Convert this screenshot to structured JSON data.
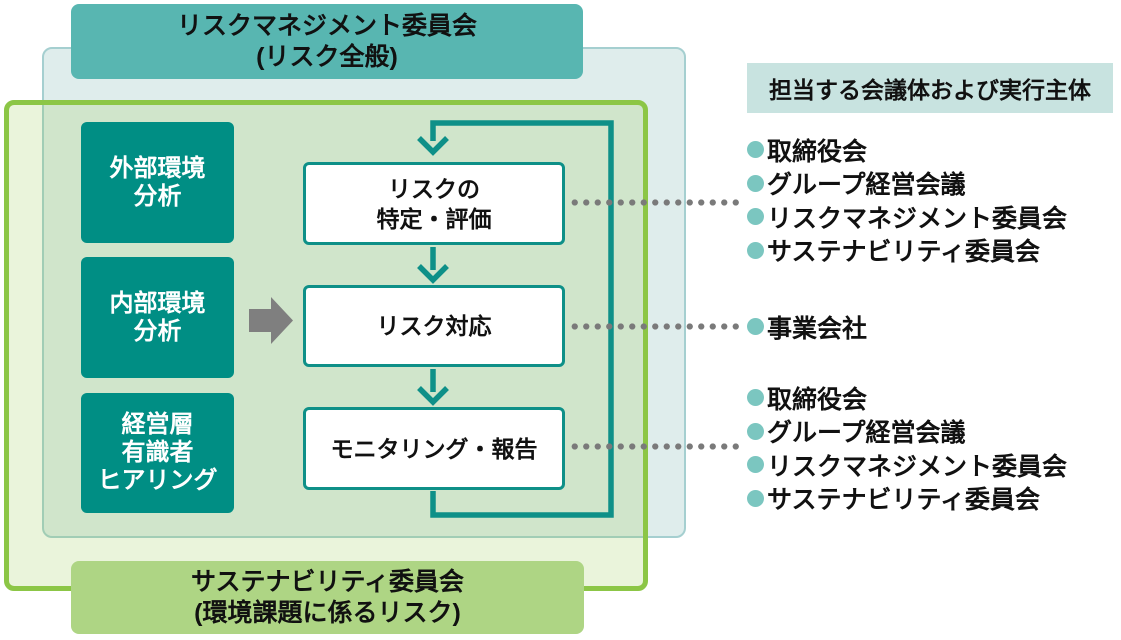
{
  "headers": {
    "top": "リスクマネジメント委員会\n(リスク全般)",
    "bottom": "サステナビリティ委員会\n(環境課題に係るリスク)",
    "right": "担当する会議体および実行主体"
  },
  "inputs": [
    {
      "text": "外部環境\n分析"
    },
    {
      "text": "内部環境\n分析"
    },
    {
      "text": "経営層\n有識者\nヒアリング"
    }
  ],
  "steps": [
    {
      "text": "リスクの\n特定・評価"
    },
    {
      "text": "リスク対応"
    },
    {
      "text": "モニタリング・報告"
    }
  ],
  "owners": [
    {
      "items": [
        "取締役会",
        "グループ経営会議",
        "リスクマネジメント委員会",
        "サステナビリティ委員会"
      ]
    },
    {
      "items": [
        "事業会社"
      ]
    },
    {
      "items": [
        "取締役会",
        "グループ経営会議",
        "リスクマネジメント委員会",
        "サステナビリティ委員会"
      ]
    }
  ],
  "icons": {
    "bullet": "filled-circle",
    "step_connector": "chevron-down-arrow",
    "cycle": "rectangular-loop-arrow",
    "input_to_step": "block-arrow-right",
    "link": "dotted-line"
  },
  "colors": {
    "teal-header": "#58b6b1",
    "teal-dark": "#008e84",
    "flow-line": "#0e9088",
    "green-border": "#8cc646",
    "green-fill": "rgba(141,198,63,0.19)",
    "blue-fill": "#dfedec",
    "blue-border": "#a5cfd0",
    "right-header-bg": "#c8e3e0",
    "bottom-header-bg": "#aed584",
    "bullet": "#7bc6c0",
    "dot": "#7a7a7a",
    "arrow-gray": "#7f7f7f",
    "text": "#111111"
  }
}
